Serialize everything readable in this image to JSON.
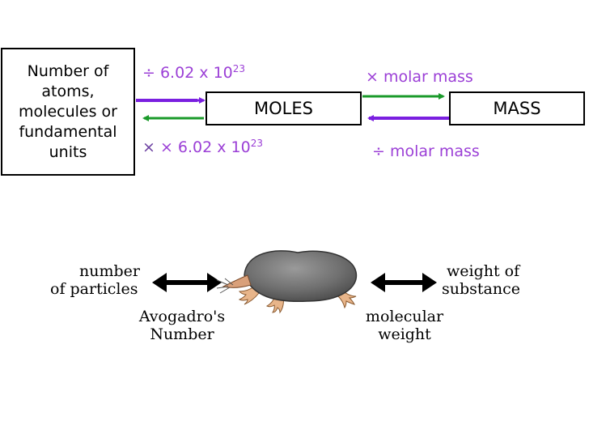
{
  "top_diagram": {
    "left_box_lines": [
      "Number of",
      "atoms,",
      "molecules or",
      "fundamental",
      "units"
    ],
    "moles_label": "MOLES",
    "mass_label": "MASS",
    "div_avogadro": {
      "prefix": "÷ 6.02 x 10",
      "exp": "23"
    },
    "mul_avogadro": {
      "prefix": "× 6.02 x 10",
      "exp": "23"
    },
    "mul_molar_mass": "× molar mass",
    "div_molar_mass": "÷ molar mass",
    "colors": {
      "purple": "#7a1fe0",
      "green": "#1a9a2a",
      "label_purple": "#9b3fd6"
    }
  },
  "mole_diagram": {
    "left_lines": [
      "number",
      "of particles"
    ],
    "right_lines": [
      "weight of",
      "substance"
    ],
    "bottom_left_lines": [
      "Avogadro's",
      "Number"
    ],
    "bottom_right_lines": [
      "molecular",
      "weight"
    ],
    "icon": "mole-animal-icon"
  }
}
